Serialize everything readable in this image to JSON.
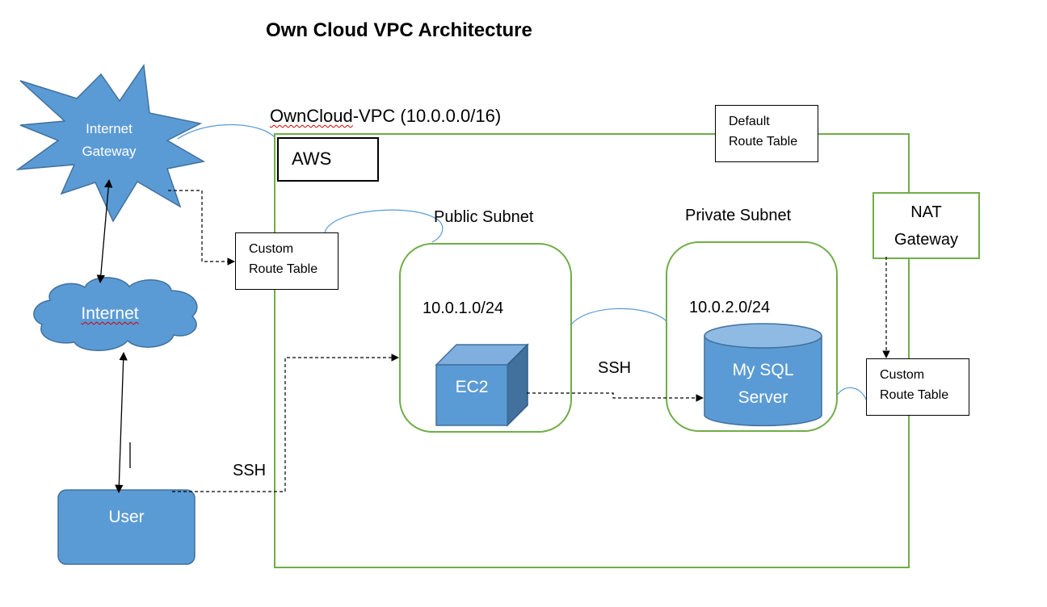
{
  "title": "Own Cloud VPC Architecture",
  "vpc": {
    "label_main": "OwnCloud",
    "label_rest": "-VPC (10.0.0.0/16)",
    "provider_label": "AWS"
  },
  "internet_gateway": {
    "line1": "Internet",
    "line2": "Gateway"
  },
  "internet": {
    "label": "Internet"
  },
  "user": {
    "label": "User"
  },
  "default_route_table": {
    "line1": "Default",
    "line2": "Route Table"
  },
  "custom_route_table_public": {
    "line1": "Custom",
    "line2": "Route Table"
  },
  "custom_route_table_private": {
    "line1": "Custom",
    "line2": "Route Table"
  },
  "nat_gateway": {
    "line1": "NAT",
    "line2": "Gateway"
  },
  "public_subnet": {
    "label": "Public Subnet",
    "cidr": "10.0.1.0/24"
  },
  "private_subnet": {
    "label": "Private Subnet",
    "cidr": "10.0.2.0/24"
  },
  "ec2": {
    "label": "EC2"
  },
  "mysql": {
    "line1": "My SQL",
    "line2": "Server"
  },
  "connections": {
    "ssh_user_to_ec2": "SSH",
    "ssh_ec2_to_db": "SSH"
  },
  "colors": {
    "aws_blue": "#5B9BD5",
    "aws_blue_dark": "#41719C",
    "vpc_green": "#70AD47",
    "link_blue": "#5B9BD5"
  }
}
